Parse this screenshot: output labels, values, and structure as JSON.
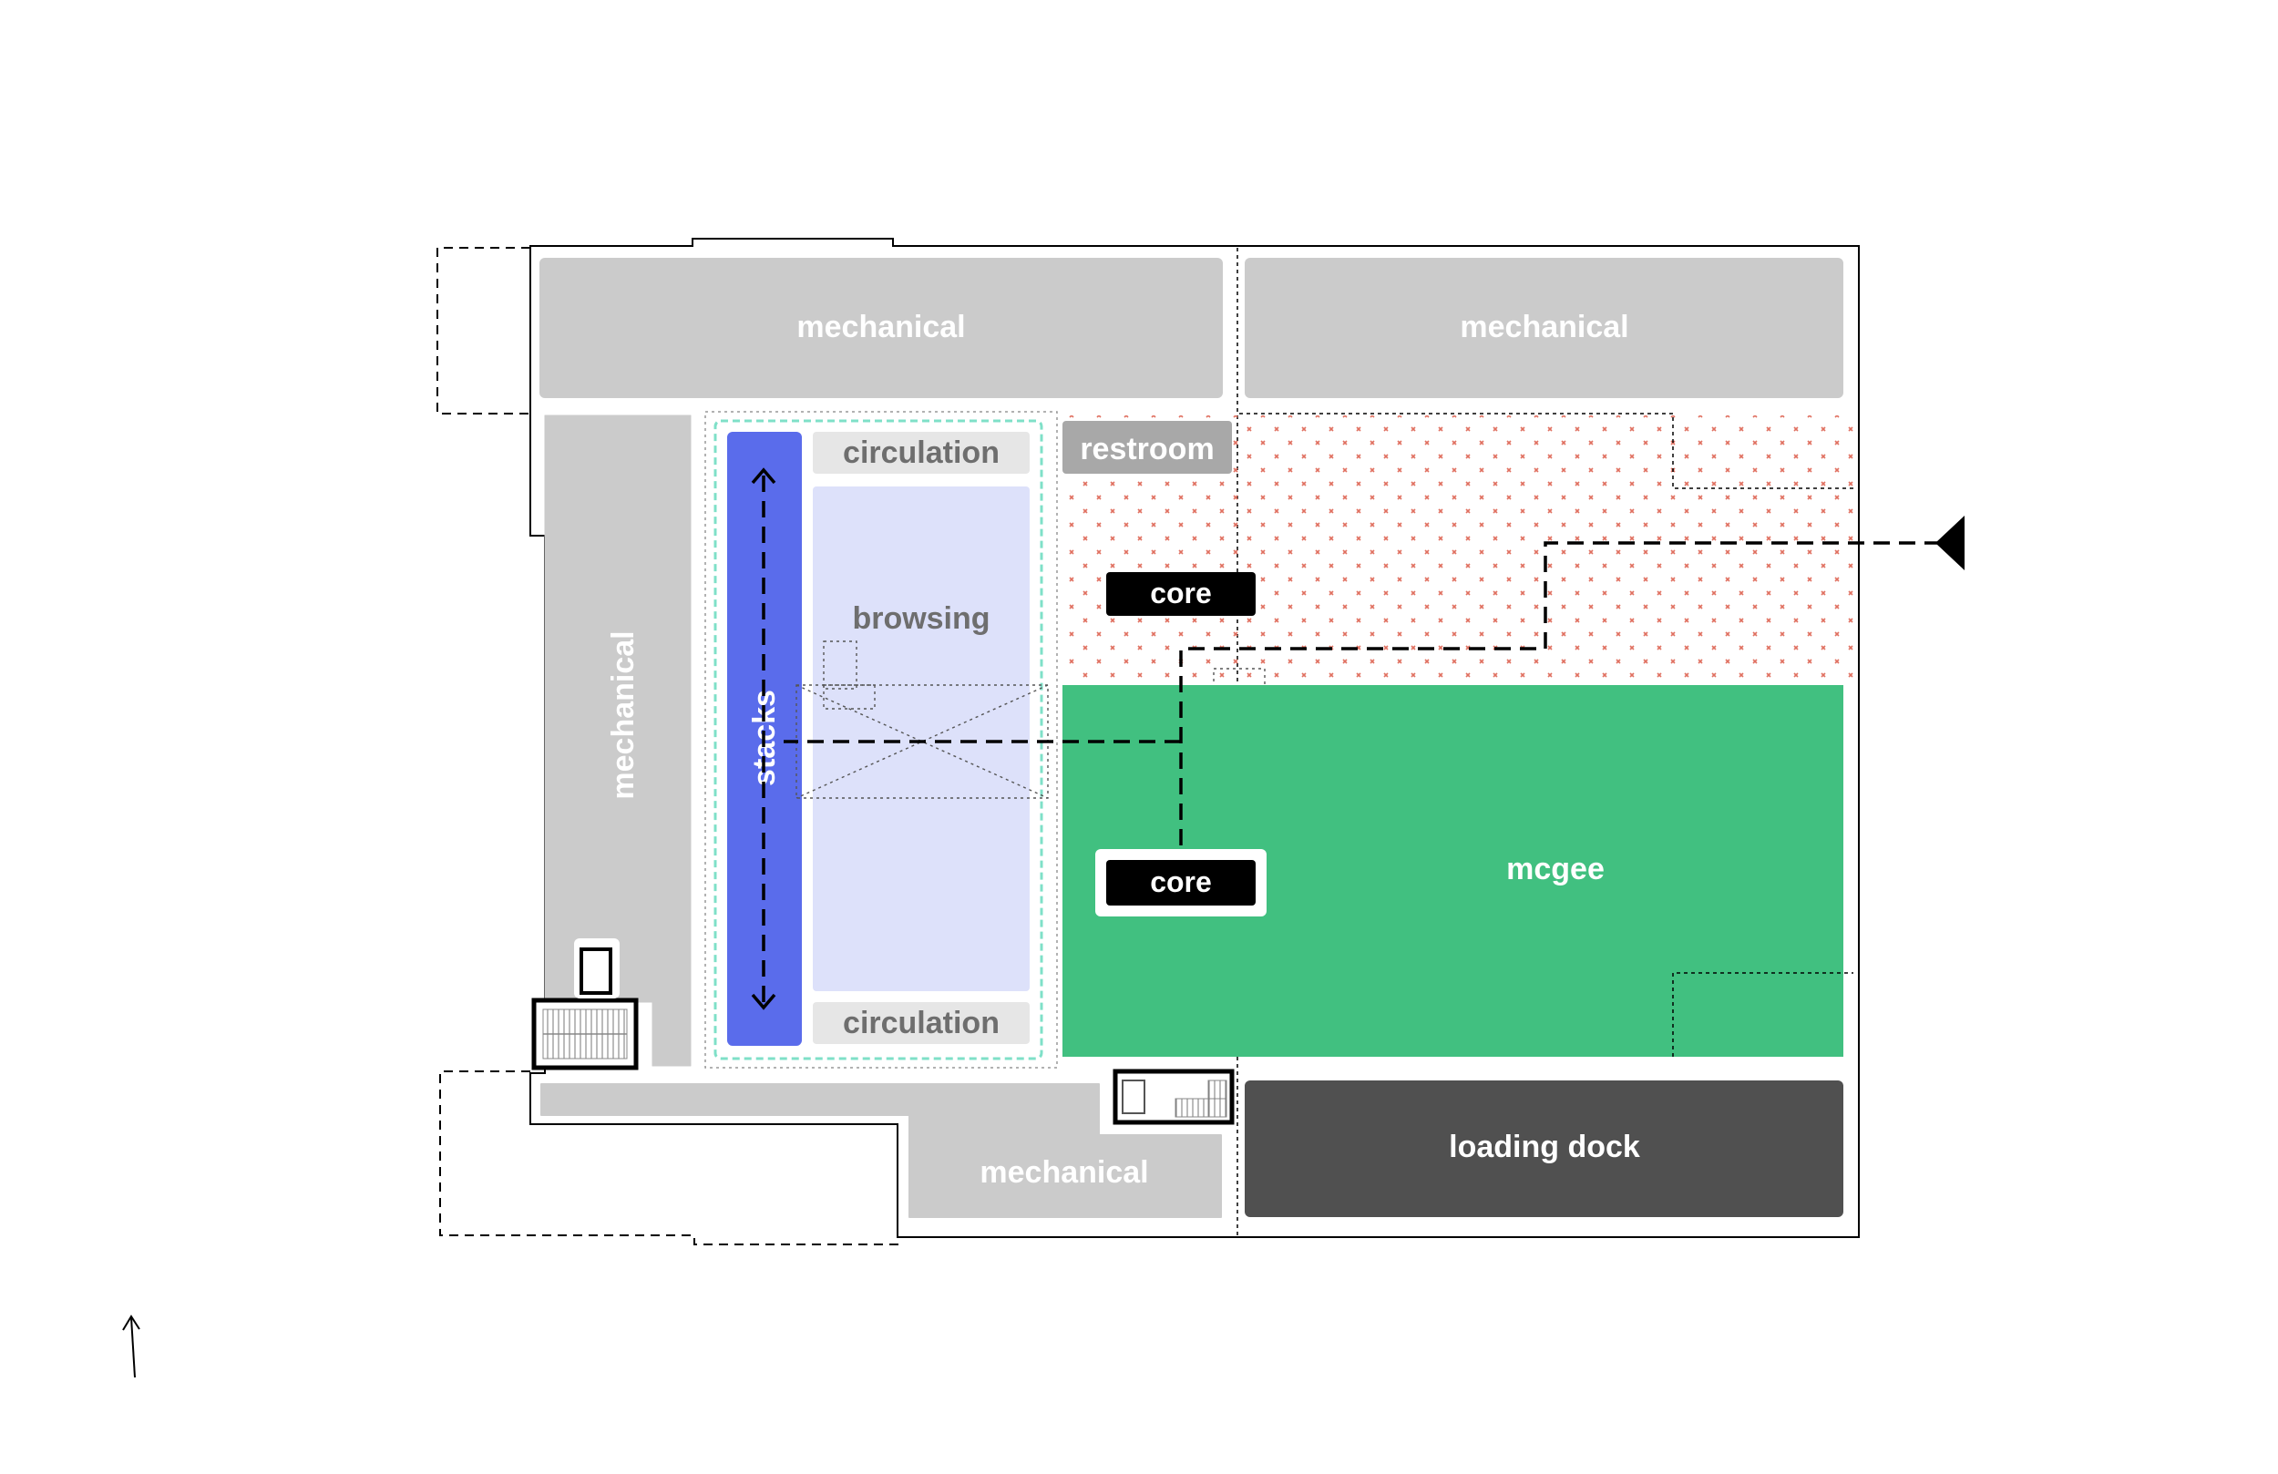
{
  "colors": {
    "mechanical": "#cbcbcb",
    "circulation": "#e6e6e6",
    "browsing": "#dde1fa",
    "stacks": "#5a6ceb",
    "mcgee": "#41c080",
    "loading_dock": "#505050",
    "core": "#000000",
    "hatch": "#e07060",
    "teal_outline": "#7fe0c8",
    "outline": "#000000"
  },
  "rooms": {
    "mechanical_top_left": "mechanical",
    "mechanical_top_right": "mechanical",
    "mechanical_left": "mechanical",
    "mechanical_bottom": "mechanical",
    "circulation_top": "circulation",
    "circulation_bottom": "circulation",
    "browsing": "browsing",
    "stacks": "stacks",
    "restroom": "restroom",
    "core_upper": "core",
    "core_lower": "core",
    "mcgee": "mcgee",
    "loading_dock": "loading dock"
  },
  "icons": {
    "north_arrow": "north-arrow-icon",
    "entry": "entry-triangle-icon",
    "stair": "stair-icon",
    "elevator": "elevator-icon"
  }
}
